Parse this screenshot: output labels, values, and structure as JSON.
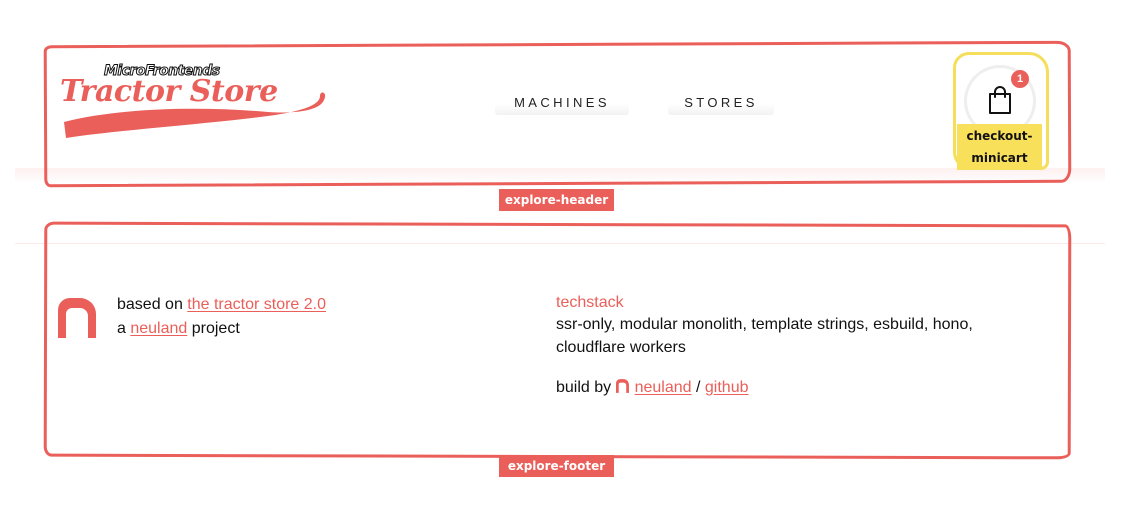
{
  "header": {
    "logo_small_text": "MicroFrontends",
    "logo_big_text": "Tractor Store",
    "nav": [
      {
        "label": "MACHINES"
      },
      {
        "label": "STORES"
      }
    ],
    "minicart": {
      "count": "1",
      "label": "checkout-\nminicart",
      "icon": "shopping-bag-icon"
    },
    "region_label": "explore-header"
  },
  "footer": {
    "based_on_prefix": "based on ",
    "based_on_link": "the tractor store 2.0",
    "project_prefix": "a ",
    "project_link": "neuland",
    "project_suffix": " project",
    "techstack": {
      "title": "techstack",
      "line1": "ssr-only, modular monolith, template strings, esbuild, hono,",
      "line2": "cloudflare workers"
    },
    "build_by_prefix": "build by ",
    "build_by_link": "neuland",
    "separator": " / ",
    "github_link": "github",
    "region_label": "explore-footer"
  },
  "colors": {
    "accent": "#ea5f5a",
    "minicart_highlight": "#f9e05b"
  }
}
